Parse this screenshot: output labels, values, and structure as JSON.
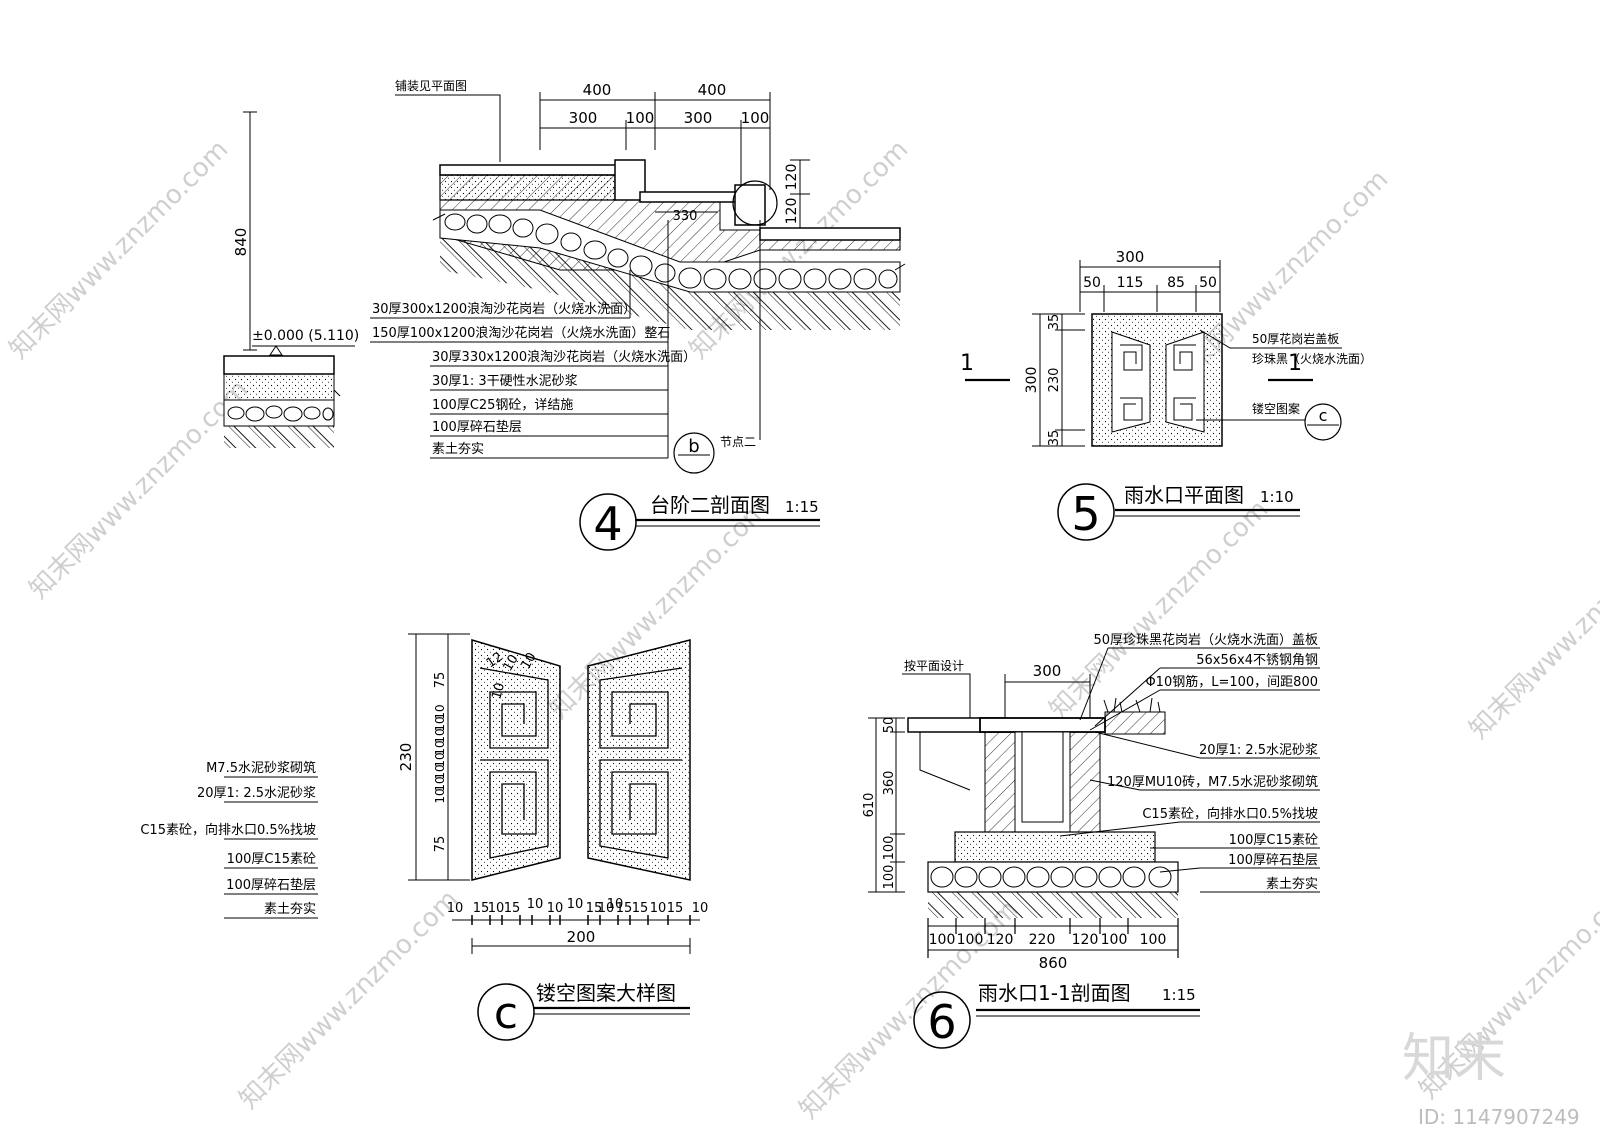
{
  "left_stub": {
    "dim_840": "840",
    "elevation": "±0.000 (5.110)",
    "notes": [
      "M7.5水泥砂浆砌筑",
      "20厚1: 2.5水泥砂浆",
      "C15素砼，向排水口0.5%找坡",
      "100厚C15素砼",
      "100厚碎石垫层",
      "素土夯实"
    ]
  },
  "drawing4": {
    "number": "4",
    "title": "台阶二剖面图",
    "scale": "1:15",
    "paving_note": "铺装见平面图",
    "dims_top": [
      "400",
      "400"
    ],
    "dims_mid": [
      "300",
      "100",
      "300",
      "100"
    ],
    "dims_right": [
      "120",
      "120"
    ],
    "dim_330": "330",
    "notes": [
      "30厚300x1200浪淘沙花岗岩（火烧水洗面）",
      "150厚100x1200浪淘沙花岗岩（火烧水洗面）整石",
      "30厚330x1200浪淘沙花岗岩（火烧水洗面）",
      "30厚1: 3干硬性水泥砂浆",
      "100厚C25钢砼，详结施",
      "100厚碎石垫层",
      "素土夯实"
    ],
    "node_label": "节点二",
    "callout": "b"
  },
  "drawing5": {
    "number": "5",
    "title": "雨水口平面图",
    "scale": "1:10",
    "dim_total": "300",
    "dims_top": [
      "50",
      "115",
      "85",
      "50"
    ],
    "dims_left": [
      "35",
      "230",
      "35"
    ],
    "dim_left_total": "300",
    "section_mark": "1",
    "notes": [
      "50厚花岗岩盖板",
      "珍珠黑（火烧水洗面）",
      "镂空图案"
    ],
    "callout": "c"
  },
  "drawing_c": {
    "callout": "c",
    "title": "镂空图案大样图",
    "dim_230": "230",
    "dims_left": [
      "75",
      "10",
      "10",
      "10",
      "10",
      "10",
      "10",
      "10",
      "10",
      "75"
    ],
    "dims_inner": [
      "12",
      "10",
      "10",
      "10"
    ],
    "dims_bottom": [
      "10",
      "15",
      "10",
      "15",
      "10",
      "15",
      "10",
      "15",
      "15",
      "10",
      "15",
      "10"
    ],
    "dims_bottom_upper": [
      "10",
      "10",
      "10"
    ],
    "dim_200": "200"
  },
  "drawing6": {
    "number": "6",
    "title": "雨水口1-1剖面图",
    "scale": "1:15",
    "left_note": "按平面设计",
    "dim_300": "300",
    "notes": [
      "50厚珍珠黑花岗岩（火烧水洗面）盖板",
      "56x56x4不锈钢角钢",
      "Φ10钢筋，L=100，间距800",
      "20厚1: 2.5水泥砂浆",
      "120厚MU10砖，M7.5水泥砂浆砌筑",
      "C15素砼，向排水口0.5%找坡",
      "100厚C15素砼",
      "100厚碎石垫层",
      "素土夯实"
    ],
    "dims_left": [
      "50",
      "360",
      "610",
      "100",
      "100"
    ],
    "dims_bottom": [
      "100",
      "100",
      "120",
      "220",
      "120",
      "100",
      "100"
    ],
    "dim_860": "860"
  },
  "watermark": {
    "text": "知末网www.znzmo.com",
    "logo": "知末",
    "id": "ID: 1147907249"
  }
}
